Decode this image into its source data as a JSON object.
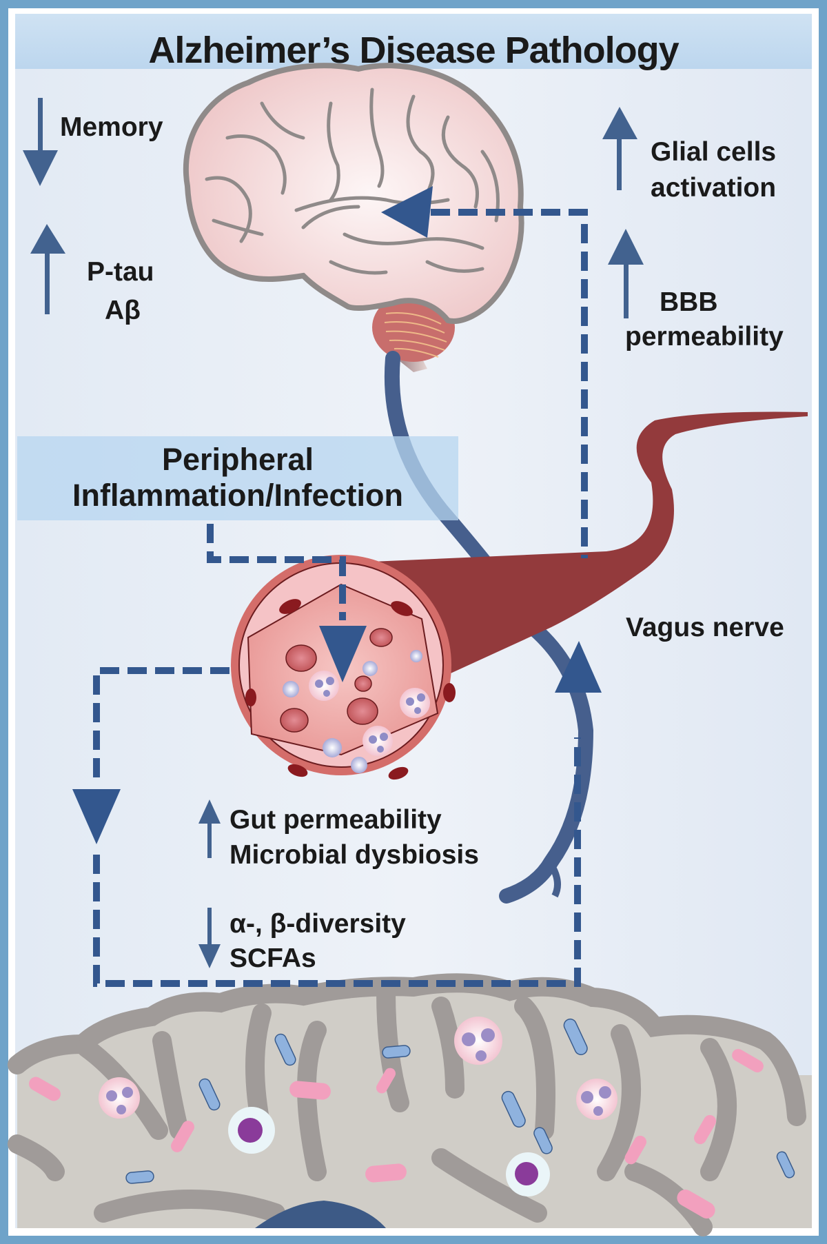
{
  "title": "Alzheimer’s Disease Pathology",
  "brain_effects": {
    "memory": {
      "direction": "down",
      "label": "Memory"
    },
    "ptau_abeta": {
      "direction": "up",
      "lines": [
        "P-tau",
        "Aβ"
      ]
    },
    "glial": {
      "direction": "up",
      "lines": [
        "Glial cells",
        "activation"
      ]
    },
    "bbb": {
      "direction": "up",
      "lines": [
        "BBB",
        "permeability"
      ]
    }
  },
  "peripheral": {
    "lines": [
      "Peripheral",
      "Inflammation/Infection"
    ]
  },
  "gut_effects": {
    "increase": {
      "direction": "up",
      "lines": [
        "Gut permeability",
        "Microbial dysbiosis"
      ]
    },
    "decrease": {
      "direction": "down",
      "lines": [
        "α-, β-diversity",
        "SCFAs"
      ]
    }
  },
  "vagus_label": "Vagus nerve",
  "colors": {
    "arrow": "#3e5f8f",
    "dashed": "#33578e",
    "vessel": "#933a3c",
    "brain": "#f2d4d4",
    "gut": "#a09b99"
  }
}
